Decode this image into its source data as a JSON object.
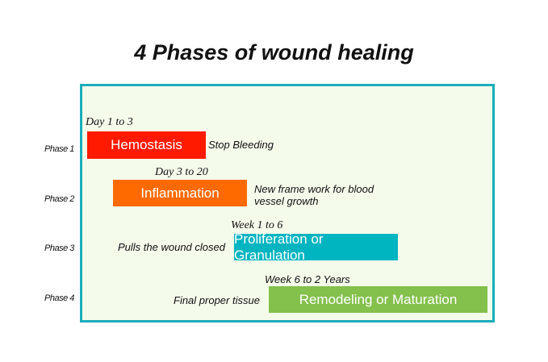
{
  "title": "4 Phases of wound healing",
  "colors": {
    "frame": "#1aaebb",
    "background": "#f5fbeb",
    "hemostasis": "#ff1a00",
    "inflammation": "#ff6a00",
    "proliferation": "#00b4c0",
    "remodeling": "#84c04c"
  },
  "phases": [
    {
      "label": "Phase 1",
      "duration": "Day 1 to 3",
      "name": "Hemostasis",
      "note": "Stop Bleeding"
    },
    {
      "label": "Phase 2",
      "duration": "Day 3 to 20",
      "name": "Inflammation",
      "note_line1": "New frame work for blood",
      "note_line2": "vessel growth"
    },
    {
      "label": "Phase 3",
      "duration": "Week 1 to 6",
      "name": "Proliferation or Granulation",
      "note": "Pulls the wound closed"
    },
    {
      "label": "Phase 4",
      "duration": "Week 6 to 2 Years",
      "name": "Remodeling or Maturation",
      "note": "Final proper tissue"
    }
  ]
}
